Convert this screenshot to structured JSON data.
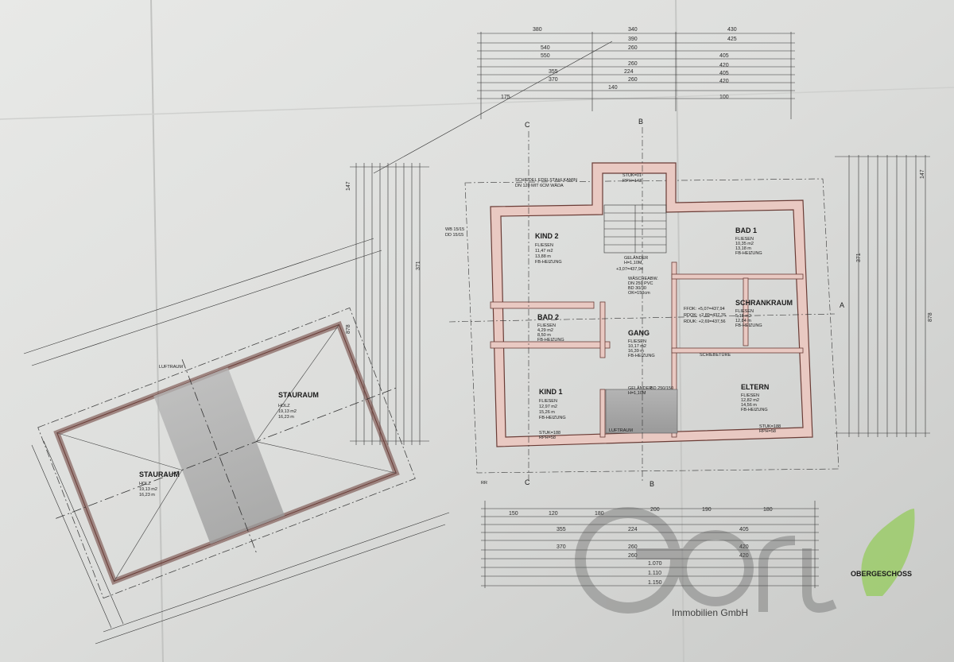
{
  "plan": {
    "floor_label": "OBERGESCHOSS",
    "company_name": "Immobilien GmbH",
    "top_dims": [
      "380",
      "340",
      "430"
    ],
    "top_dim_rows": [
      [
        "390",
        "425"
      ],
      [
        "540",
        "260",
        "405"
      ],
      [
        "550",
        "260",
        "420"
      ],
      [
        "355",
        "224",
        "405"
      ],
      [
        "370",
        "260",
        "420"
      ],
      [
        "175",
        "140",
        "100"
      ]
    ],
    "bottom_dims": [
      "150",
      "120",
      "180",
      "200",
      "190",
      "180"
    ],
    "bottom_dim_rows": [
      [
        "355",
        "224",
        "405"
      ],
      [
        "370",
        "260",
        "420"
      ],
      [
        "260",
        "420"
      ]
    ],
    "bottom_totals": [
      "1.070",
      "1.110",
      "1.150"
    ],
    "left_totals": [
      "147",
      "878",
      "371"
    ],
    "right_totals": [
      "147",
      "878",
      "371"
    ],
    "section_marks": [
      "C",
      "B",
      "A",
      "B",
      "C"
    ],
    "rooms": [
      {
        "name": "KIND 2",
        "details": [
          "FLIESEN",
          "11,47 m2",
          "13,88 m",
          "FB-HEIZUNG"
        ]
      },
      {
        "name": "BAD 2",
        "details": [
          "FLIESEN",
          "4,29 m2",
          "8,50 m",
          "FB-HEIZUNG"
        ]
      },
      {
        "name": "KIND 1",
        "details": [
          "FLIESEN",
          "12,97 m2",
          "15,26 m",
          "FB-HEIZUNG"
        ]
      },
      {
        "name": "GANG",
        "details": [
          "FLIESEN",
          "10,17 m2",
          "16,39 m",
          "FB-HEIZUNG"
        ]
      },
      {
        "name": "BAD 1",
        "details": [
          "FLIESEN",
          "10,35 m2",
          "13,18 m",
          "FB-HEIZUNG"
        ]
      },
      {
        "name": "SCHRANKRAUM",
        "details": [
          "FLIESEN",
          "5,18 m2",
          "12,84 m",
          "FB-HEIZUNG"
        ]
      },
      {
        "name": "ELTERN",
        "details": [
          "FLIESEN",
          "12,82 m2",
          "14,56 m",
          "FB-HEIZUNG"
        ]
      },
      {
        "name": "STAURAUM",
        "details": [
          "HOLZ",
          "19,13 m2",
          "16,23 m"
        ]
      },
      {
        "name": "STAURAUM",
        "details": [
          "HOLZ",
          "19,13 m2",
          "16,23 m"
        ]
      }
    ],
    "notes": {
      "chimney": "SCHIEDEL EDELSTAHLKAMIN",
      "chimney2": "DN 120 MIT 6CM WÄDA",
      "stair": "STUK=01",
      "stair2": "RPH=143",
      "luftraum1": "LUFTRAUM",
      "luftraum2": "LUFTRAUM",
      "gelaender1": "GELÄNDER",
      "gelaender2": "H=1,10M",
      "gelaender3": "GELÄNDER",
      "gelaender4": "H=1,10M",
      "waesche": "WÄSCHEABW.",
      "waesche2": "DN 250 PVC",
      "waesche3": "BD 30/30",
      "waesche4": "OK=150cm",
      "ffok": "FFOK: +5,07=437,94",
      "rdok": "RDOK: +2,89=437,76",
      "rdok2": "RDUK: +2,69=437,56",
      "schiebetuer": "SCHIEBETÜRE",
      "bd": "BD 250/150",
      "wb": "WB 15/15",
      "dd": "DD 15/15",
      "rr": "RR",
      "stuk": "STUK=188",
      "rph": "RPH=58",
      "stuk2": "STUK=188",
      "rph2": "RPH=58",
      "kota": "+3,07=437,94"
    }
  }
}
